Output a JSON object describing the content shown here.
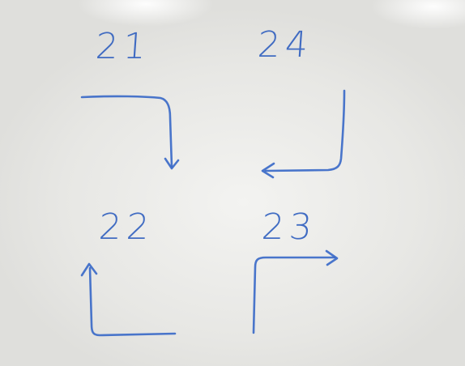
{
  "whiteboard": {
    "marker_color": "#2f5fbf",
    "labels": {
      "top_left": "21",
      "top_right": "24",
      "bottom_left": "22",
      "bottom_right": "23"
    }
  }
}
